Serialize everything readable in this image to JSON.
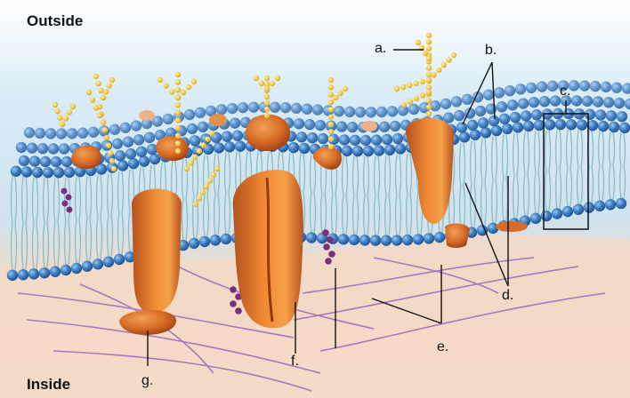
{
  "diagram": {
    "region_labels": {
      "outside": "Outside",
      "inside": "Inside"
    },
    "callouts": {
      "a": "a.",
      "b": "b.",
      "c": "c.",
      "d": "d.",
      "e": "e.",
      "f": "f.",
      "g": "g."
    },
    "colors": {
      "sky": "#cfe6f3",
      "cytoplasm": "#f3d9c6",
      "phospholipid_head": "#3f7fc4",
      "lipid_tail": "#8fbfc4",
      "protein": "#e07c2e",
      "protein_dark": "#b5521c",
      "carbohydrate": "#f2c230",
      "cytoskeleton": "#9d6fbf",
      "cholesterol": "#7a2e7c"
    }
  }
}
